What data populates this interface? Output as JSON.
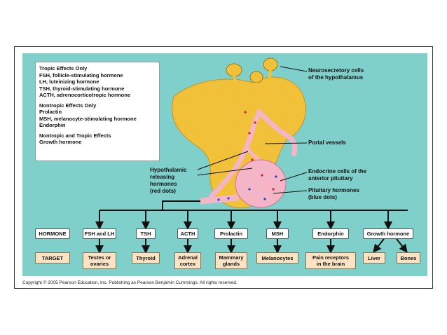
{
  "legend": {
    "tropic": [
      "Tropic Effects Only",
      "FSH, follicle-stimulating hormone",
      "LH, luteinizing hormone",
      "TSH, thyroid-stimulating hormone",
      "ACTH, adrenocorticotropic hormone"
    ],
    "nontropic": [
      "Nontropic Effects Only",
      "Prolactin",
      "MSH, melanocyte-stimulating hormone",
      "Endorphin"
    ],
    "both": [
      "Nontropic and Tropic Effects",
      "Growth hormone"
    ]
  },
  "labels": {
    "neurosecretory": [
      "Neurosecretory cells",
      "of the hypothalamus"
    ],
    "portal": "Portal vessels",
    "hypothalamic": [
      "Hypothalamic",
      "releasing",
      "hormones",
      "(red dots)"
    ],
    "endocrine": [
      "Endocrine cells of the",
      "anterior pituitary"
    ],
    "pituitary": [
      "Pituitary hormones",
      "(blue dots)"
    ]
  },
  "row": {
    "hormone_header": "HORMONE",
    "target_header": "TARGET",
    "hormones": [
      "FSH and LH",
      "TSH",
      "ACTH",
      "Prolactin",
      "MSH",
      "Endorphin",
      "Growth hormone"
    ],
    "targets": [
      [
        "Testes or",
        "ovaries"
      ],
      [
        "Thyroid"
      ],
      [
        "Adrenal",
        "cortex"
      ],
      [
        "Mammary",
        "glands"
      ],
      [
        "Melanocytes"
      ],
      [
        "Pain receptors",
        "in the brain"
      ],
      [
        "Liver"
      ],
      [
        "Bones"
      ]
    ]
  },
  "copyright": "Copyright © 2005 Pearson Education, Inc. Publishing as Pearson Benjamin Cummings. All rights reserved.",
  "colors": {
    "background": "#7fcfca",
    "hypothalamus": "#f2c13a",
    "vessels": "#f4b6c6",
    "target_fill": "#fbe3c4"
  }
}
